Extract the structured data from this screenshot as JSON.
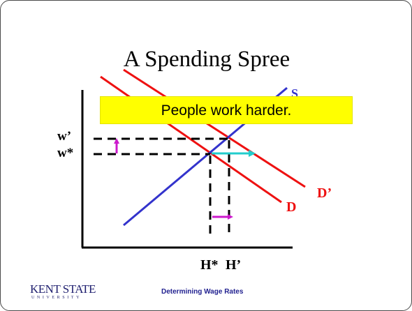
{
  "slide": {
    "title": "A Spending Spree",
    "callout": "People work harder.",
    "footer": "Determining Wage Rates",
    "logo": {
      "name": "KENT STATE",
      "subname": "UNIVERSITY"
    }
  },
  "diagram": {
    "curves": {
      "supply": {
        "label": "S",
        "color": "#3333cc"
      },
      "demand": {
        "label": "D",
        "color": "#ee1111"
      },
      "new_demand": {
        "label": "D’",
        "color": "#ee1111"
      }
    },
    "wage_labels": {
      "new": "w’",
      "original": "w*"
    },
    "hours_labels": {
      "original": "H*",
      "new": "H’"
    },
    "arrows": {
      "wage_increase": {
        "color": "#cc1acc"
      },
      "hours_increase": {
        "color": "#cc1acc"
      },
      "labor_supply_response": {
        "color": "#22cccc"
      }
    }
  }
}
